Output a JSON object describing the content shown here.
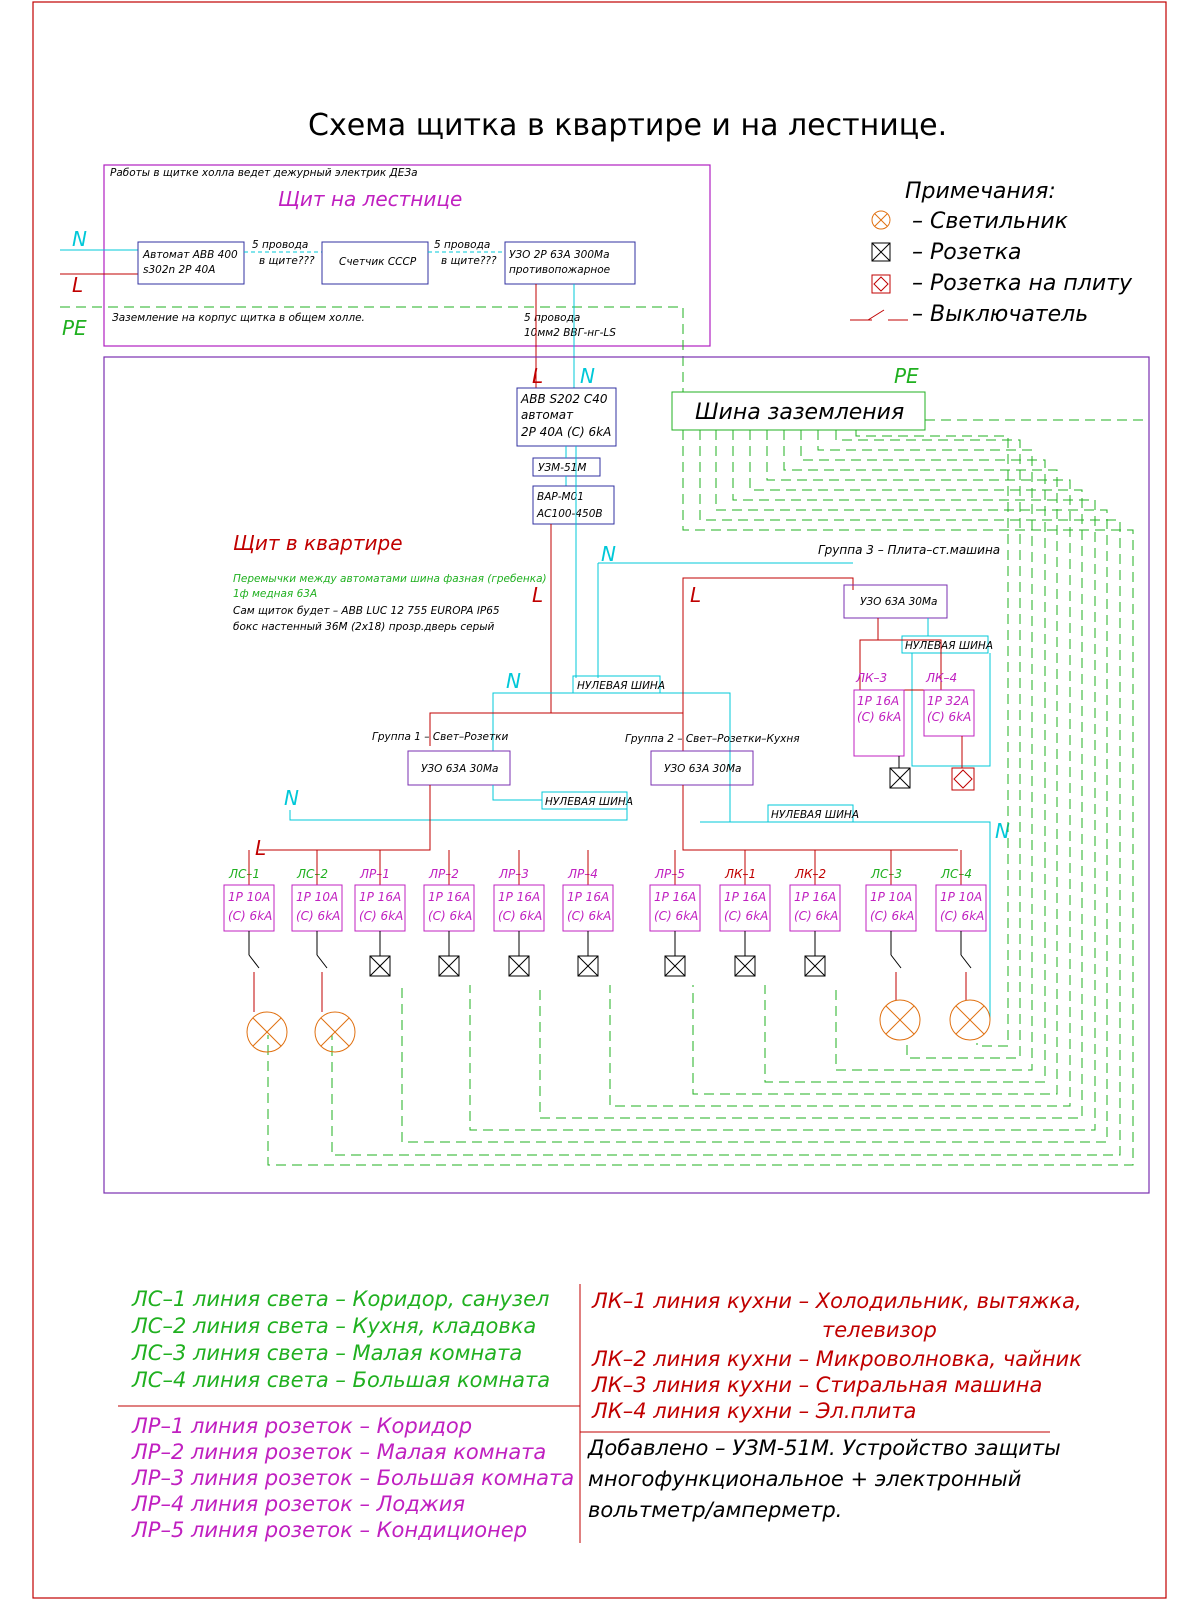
{
  "title": "Схема щитка в квартире и на лестнице.",
  "stair": {
    "note": "Работы в щитке холла ведет дежурный электрик ДЕЗа",
    "heading": "Щит на лестнице",
    "N": "N",
    "L": "L",
    "PE": "PE",
    "breaker": [
      "Автомат ABB 400",
      "s302n 2P 40A"
    ],
    "wire1": [
      "5 провода",
      "в щите???"
    ],
    "meter": "Счетчик СССР",
    "wire2": [
      "5 провода",
      "в щите???"
    ],
    "rcd": [
      "УЗО 2P 63A 300Ма",
      "противопожарное"
    ],
    "ground_note": "Заземление на корпус щитка в общем холле.",
    "cable": [
      "5 провода",
      "10мм2 ВВГ-нг-LS"
    ]
  },
  "legend": {
    "title": "Примечания:",
    "items": [
      "– Светильник",
      "– Розетка",
      "– Розетка на плиту",
      "– Выключатель"
    ]
  },
  "apt": {
    "PE": "PE",
    "ground_bus": "Шина заземления",
    "L": "L",
    "N": "N",
    "main_breaker": [
      "ABB S202 C40",
      "автомат",
      "2P 40A (C) 6kA"
    ],
    "uzm": "УЗМ-51М",
    "var": [
      "ВАР-М01",
      "АС100-450В"
    ],
    "heading": "Щит в квартире",
    "notes_green": [
      "Перемычки между автоматами шина фазная (гребенка)",
      "1ф медная 63А"
    ],
    "notes_black": [
      "Сам щиток будет – ABB LUC 12 755 EUROPA IP65",
      "бокс настенный 36М (2х18) прозр.дверь серый"
    ],
    "zero_bus": "НУЛЕВАЯ ШИНА",
    "group1": "Группа 1 – Свет–Розетки",
    "group2": "Группа 2 – Свет–Розетки–Кухня",
    "group3": "Группа 3 – Плита–ст.машина",
    "rcd": "УЗО 63А 30Ма"
  },
  "breakers": [
    {
      "label": "ЛС–1",
      "l1": "1P 10A",
      "l2": "(C) 6kA"
    },
    {
      "label": "ЛС–2",
      "l1": "1P 10A",
      "l2": "(C) 6kA"
    },
    {
      "label": "ЛР–1",
      "l1": "1P 16A",
      "l2": "(C) 6kA"
    },
    {
      "label": "ЛР–2",
      "l1": "1P 16A",
      "l2": "(C) 6kA"
    },
    {
      "label": "ЛР–3",
      "l1": "1P 16A",
      "l2": "(C) 6kA"
    },
    {
      "label": "ЛР–4",
      "l1": "1P 16A",
      "l2": "(C) 6kA"
    },
    {
      "label": "ЛР–5",
      "l1": "1P 16A",
      "l2": "(C) 6kA"
    },
    {
      "label": "ЛК–1",
      "l1": "1P 16A",
      "l2": "(C) 6kA"
    },
    {
      "label": "ЛК–2",
      "l1": "1P 16A",
      "l2": "(C) 6kA"
    },
    {
      "label": "ЛС–3",
      "l1": "1P 10A",
      "l2": "(C) 6kA"
    },
    {
      "label": "ЛС–4",
      "l1": "1P 10A",
      "l2": "(C) 6kA"
    },
    {
      "label": "ЛК–3",
      "l1": "1P 16A",
      "l2": "(C) 6kA"
    },
    {
      "label": "ЛК–4",
      "l1": "1P 32A",
      "l2": "(C) 6kA"
    }
  ],
  "lines_light": [
    "ЛС–1 линия света – Коридор, санузел",
    "ЛС–2 линия света – Кухня, кладовка",
    "ЛС–3 линия света – Малая комната",
    "ЛС–4 линия света – Большая комната"
  ],
  "lines_socket": [
    "ЛР–1 линия розеток – Коридор",
    "ЛР–2 линия розеток – Малая комната",
    "ЛР–3 линия розеток – Большая комната",
    "ЛР–4 линия розеток – Лоджия",
    "ЛР–5 линия розеток – Кондиционер"
  ],
  "lines_kitchen": [
    "ЛК–1 линия кухни – Холодильник, вытяжка,",
    "телевизор",
    "ЛК–2 линия кухни – Микроволновка, чайник",
    "ЛК–3 линия кухни – Стиральная машина",
    "ЛК–4 линия кухни – Эл.плита"
  ],
  "added": [
    "Добавлено – УЗМ-51М. Устройство защиты",
    "многофункциональное + электронный",
    "вольтметр/амперметр."
  ],
  "colors": {
    "L": "#c00000",
    "N": "#00c8d8",
    "PE": "#20b020",
    "box": "#7a2fb0",
    "magenta": "#c020c0",
    "lamp": "#e07010"
  }
}
